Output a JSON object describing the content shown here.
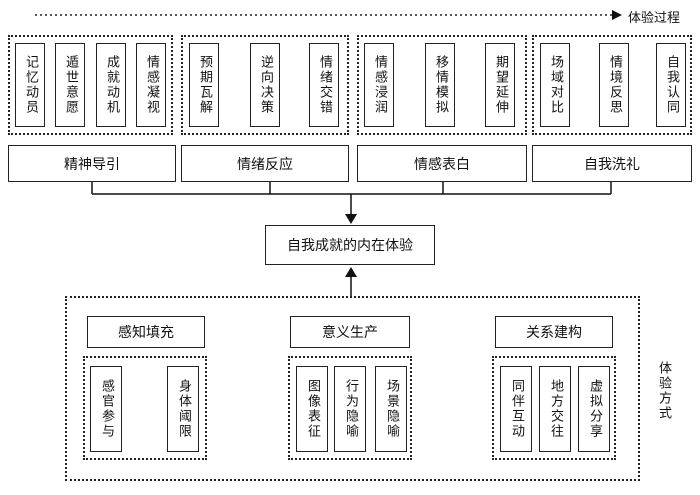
{
  "process_label": "体验过程",
  "method_label": "体验方式",
  "center": "自我成就的内在体验",
  "top_groups": [
    {
      "label": "精神导引",
      "items": [
        "记忆动员",
        "遁世意愿",
        "成就动机",
        "情感凝视"
      ]
    },
    {
      "label": "情绪反应",
      "items": [
        "预期瓦解",
        "逆向决策",
        "情绪交错"
      ]
    },
    {
      "label": "情感表白",
      "items": [
        "情感浸润",
        "移情模拟",
        "期望延伸"
      ]
    },
    {
      "label": "自我洗礼",
      "items": [
        "场域对比",
        "情境反思",
        "自我认同"
      ]
    }
  ],
  "bottom_groups": [
    {
      "label": "感知填充",
      "items": [
        "感官参与",
        "身体阈限"
      ]
    },
    {
      "label": "意义生产",
      "items": [
        "图像表征",
        "行为隐喻",
        "场景隐喻"
      ]
    },
    {
      "label": "关系建构",
      "items": [
        "同伴互动",
        "地方交往",
        "虚拟分享"
      ]
    }
  ]
}
